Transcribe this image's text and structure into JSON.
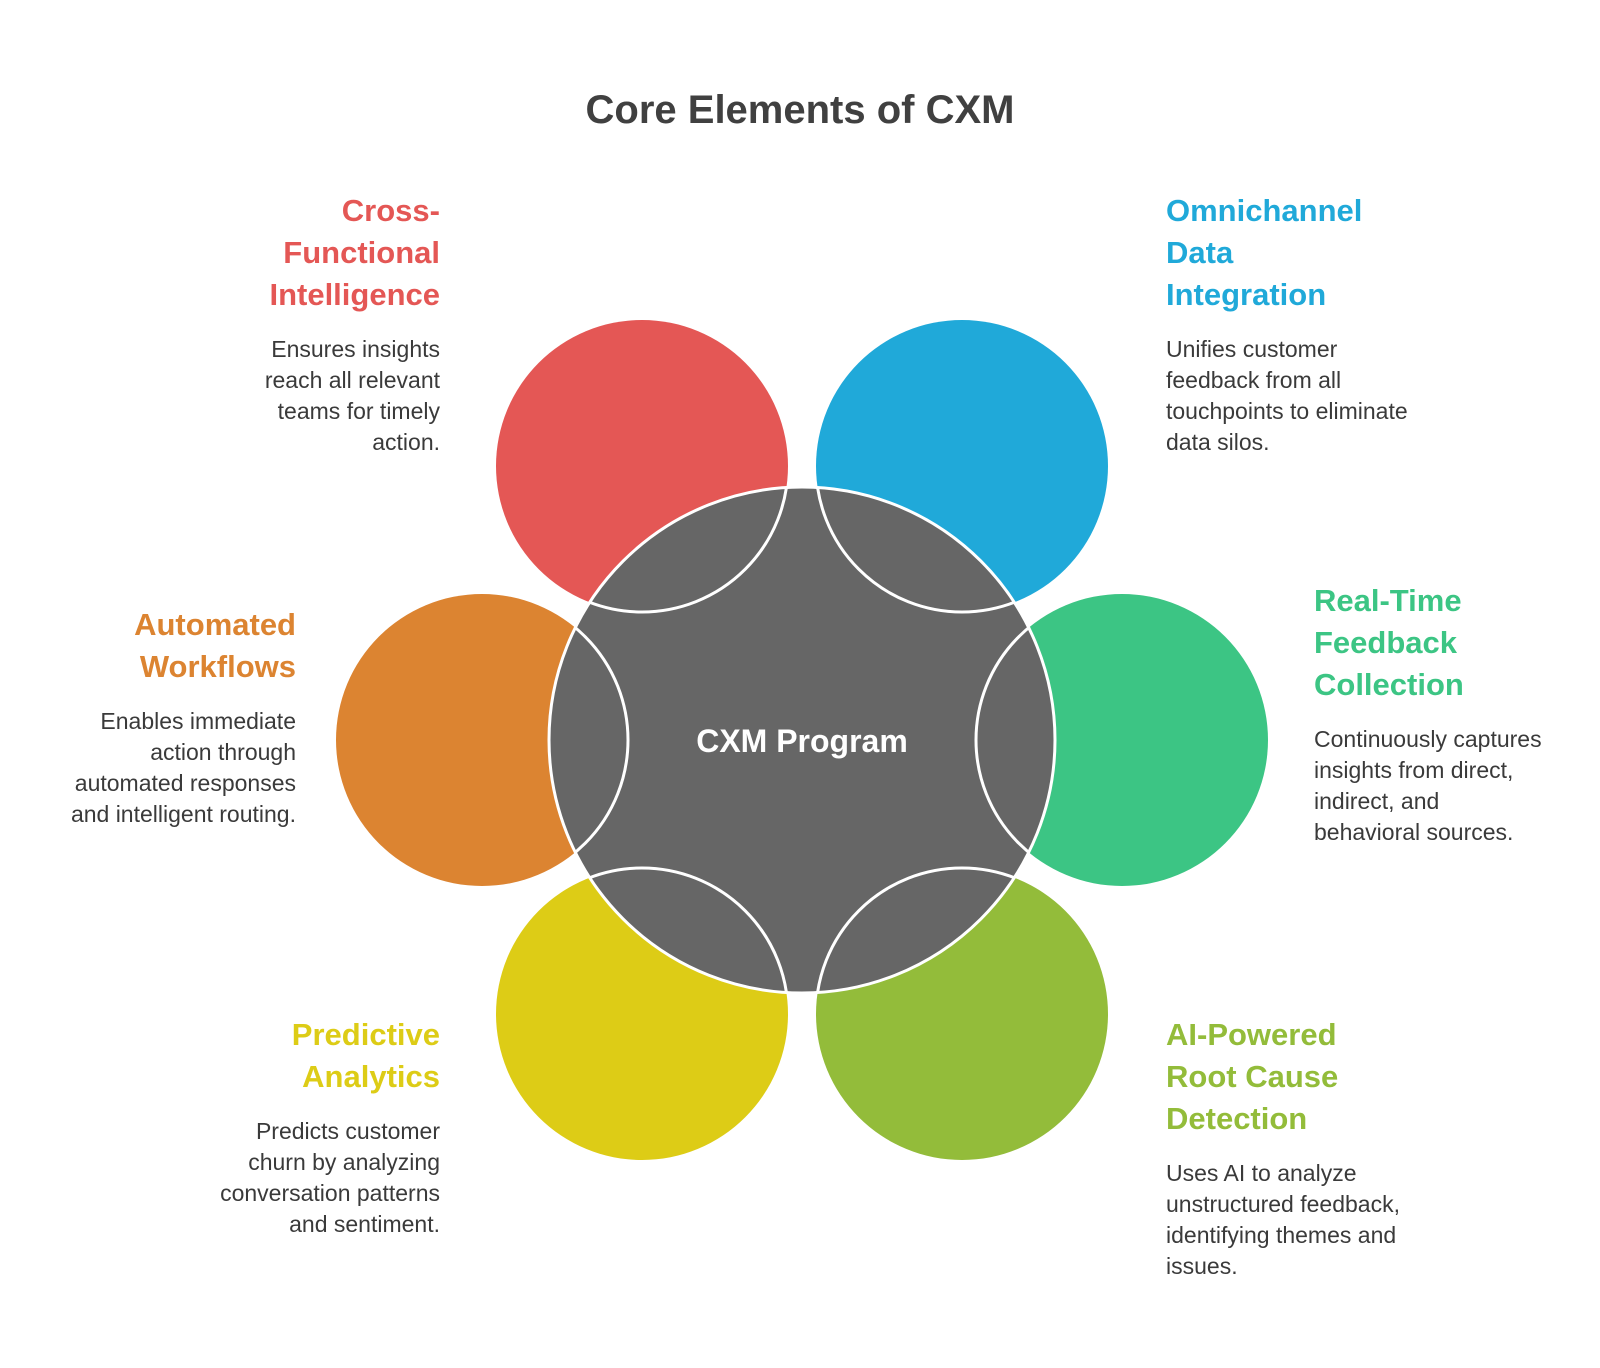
{
  "title": "Core Elements of CXM",
  "center": {
    "label": "CXM Program",
    "color": "#666666"
  },
  "elements": [
    {
      "id": "cross-functional",
      "title": "Cross-Functional Intelligence",
      "description": "Ensures insights reach all relevant teams for timely action.",
      "color": "#e45755"
    },
    {
      "id": "omnichannel",
      "title": "Omnichannel Data Integration",
      "description": "Unifies customer feedback from all touchpoints to eliminate data silos.",
      "color": "#20a9d9"
    },
    {
      "id": "real-time",
      "title": "Real-Time Feedback Collection",
      "description": "Continuously captures insights from direct, indirect, and behavioral sources.",
      "color": "#3cc584"
    },
    {
      "id": "ai-powered",
      "title": "AI-Powered Root Cause Detection",
      "description": "Uses AI to analyze unstructured feedback, identifying themes and issues.",
      "color": "#93bc3a"
    },
    {
      "id": "predictive",
      "title": "Predictive Analytics",
      "description": "Predicts customer churn by analyzing conversation patterns and sentiment.",
      "color": "#ddcc16"
    },
    {
      "id": "automated",
      "title": "Automated Workflows",
      "description": "Enables immediate action through automated responses and intelligent routing.",
      "color": "#dc8431"
    }
  ]
}
